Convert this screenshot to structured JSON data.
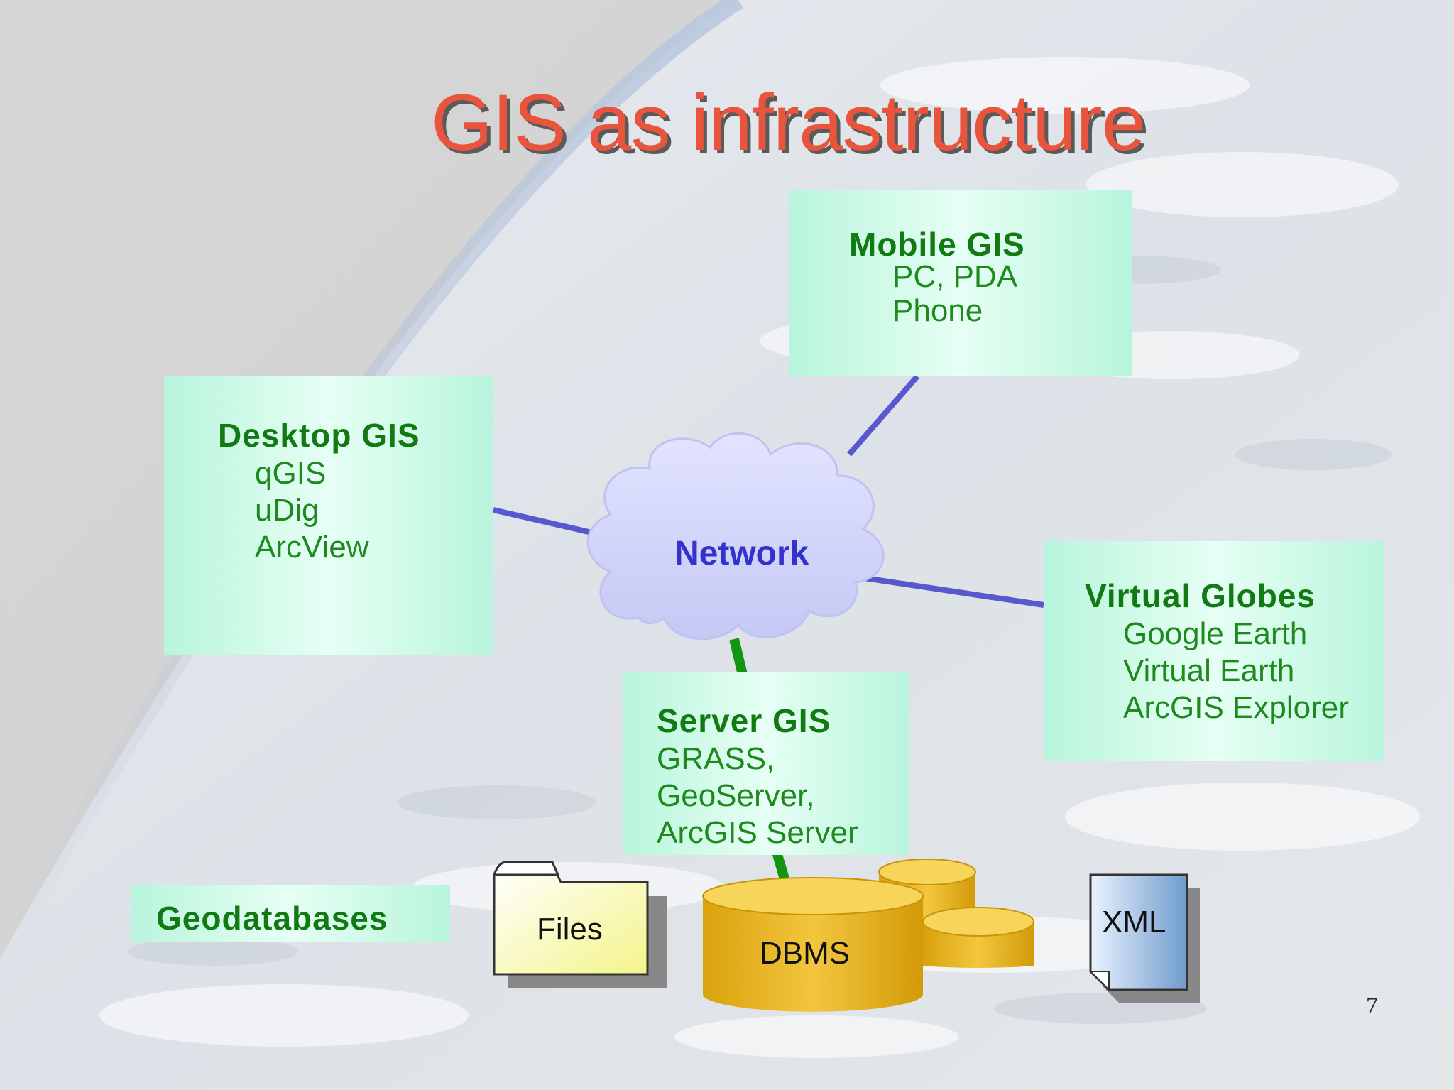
{
  "slide": {
    "title": "GIS as infrastructure",
    "page_number": "7",
    "colors": {
      "title": "#e8553c",
      "box_title": "#127a12",
      "box_text": "#1e8a1e",
      "network_text": "#3333cc",
      "client_link": "#5858d0",
      "data_link": "#129612",
      "box_fill": "#c8f8e2",
      "db_fill": "#e8b51c"
    }
  },
  "network": {
    "label": "Network"
  },
  "desktop": {
    "title": "Desktop GIS",
    "items": [
      "qGIS",
      "uDig",
      "ArcView"
    ]
  },
  "mobile": {
    "title": "Mobile GIS",
    "items": [
      "PC, PDA",
      "Phone"
    ]
  },
  "virtual": {
    "title": "Virtual Globes",
    "items": [
      "Google Earth",
      "Virtual Earth",
      "ArcGIS Explorer"
    ]
  },
  "server": {
    "title": "Server GIS",
    "items": [
      "GRASS,",
      "GeoServer,",
      "ArcGIS Server"
    ]
  },
  "geodatabases": {
    "label": "Geodatabases"
  },
  "files": {
    "label": "Files",
    "icon": "folder-icon"
  },
  "dbms": {
    "label": "DBMS",
    "icon": "database-icon"
  },
  "xml": {
    "label": "XML",
    "icon": "document-icon"
  }
}
